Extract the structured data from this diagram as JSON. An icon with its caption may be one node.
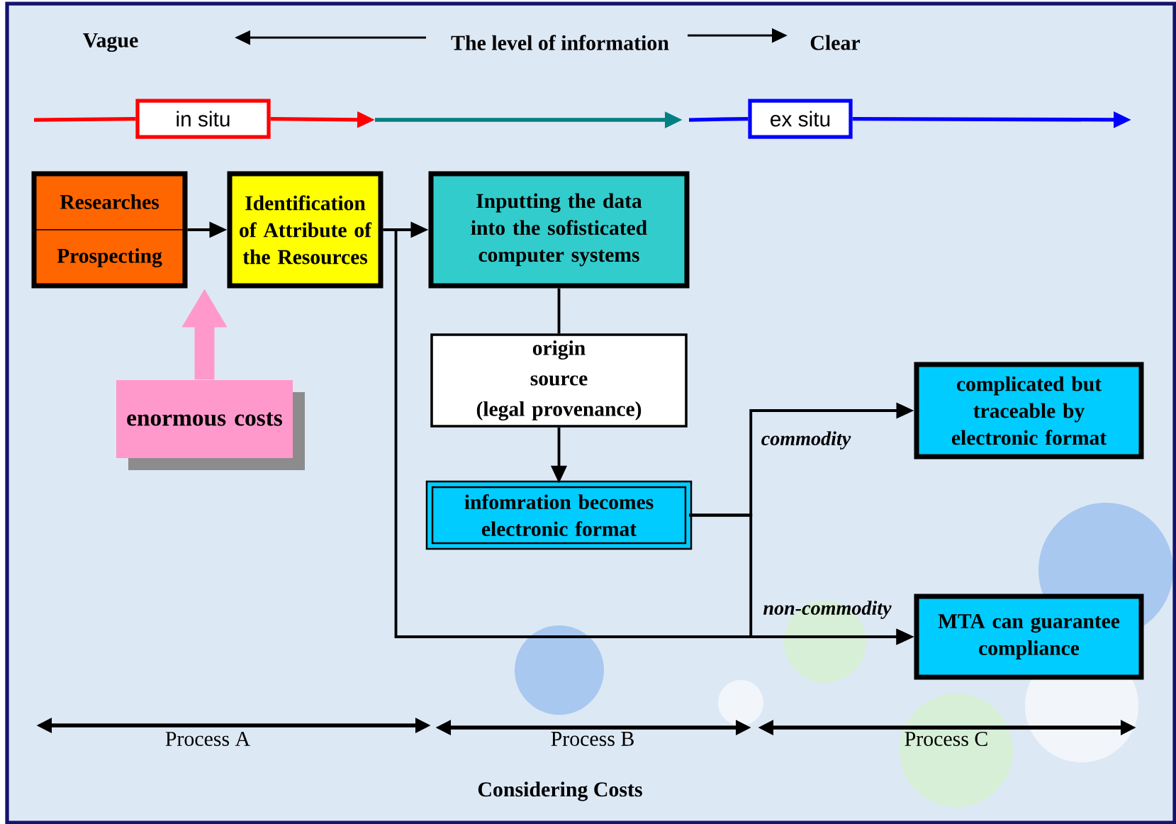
{
  "diagram": {
    "nodes": [
      {
        "text": [
          "in situ"
        ]
      },
      {
        "text": [
          "ex situ"
        ]
      },
      {
        "text": [
          "Researches",
          "Prospecting"
        ]
      },
      {
        "text": [
          "Identification of Attribute of the Resources"
        ]
      },
      {
        "text": [
          "Inputting the data into the sofisticated computer systems"
        ]
      },
      {
        "text": [
          "origin",
          "source",
          "(legal provenance)"
        ]
      },
      {
        "text": [
          "infomration becomes electronic format"
        ]
      },
      {
        "text": [
          "complicated but traceable by electronic format"
        ]
      },
      {
        "text": [
          "MTA can guarantee compliance"
        ]
      },
      {
        "text": [
          "enormous costs"
        ]
      }
    ],
    "edges": [
      {
        "from": null,
        "to": 0,
        "arrow": "none",
        "color": "#ff0000"
      },
      {
        "from": 0,
        "to": null,
        "arrow": "to",
        "color": "#ff0000"
      },
      {
        "from": null,
        "to": 1,
        "arrow": "none",
        "color": "#0000ff"
      },
      {
        "from": 1,
        "to": null,
        "arrow": "to",
        "color": "#0000ff"
      },
      {
        "from": 2,
        "to": 3,
        "arrow": "to"
      },
      {
        "from": 3,
        "to": 4,
        "arrow": "to"
      },
      {
        "from": 4,
        "to": 5,
        "arrow": "none"
      },
      {
        "from": 5,
        "to": 6,
        "arrow": "to"
      },
      {
        "from": 3,
        "to": 8,
        "arrow": "to"
      },
      {
        "from": 6,
        "to": 7,
        "arrow": "to",
        "label": "commodity"
      },
      {
        "from": 6,
        "to": 8,
        "arrow": "to",
        "label": "non-commodity"
      },
      {
        "from": 9,
        "to": 2,
        "arrow": "to",
        "style": "thick",
        "color": "#ff99cc"
      }
    ],
    "labels": [
      "Vague",
      "The level of information",
      "Clear",
      "Process A",
      "Process B",
      "Process C",
      "Considering Costs"
    ]
  }
}
